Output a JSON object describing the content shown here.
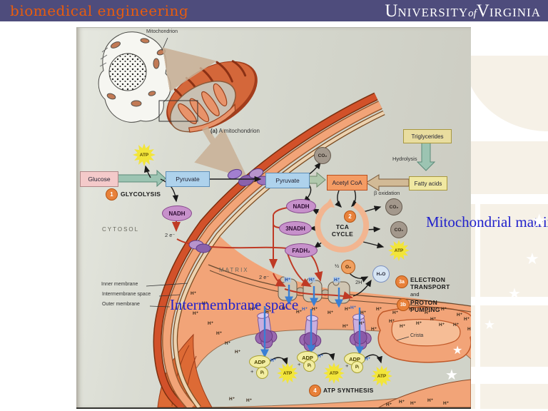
{
  "colors": {
    "header_bg": "#4e4c7c",
    "header_title_orange": "#e85c0e",
    "logo_white": "#ffffff",
    "annotation_blue": "#2222cc",
    "figure_scan_bg": "#d5d8cf",
    "outer_membrane_orange": "#d2512a",
    "intermembrane_salmon": "#f2a478",
    "matrix_gray": "#d0d3c9",
    "atp_yellow": "#f2e53a",
    "step_circle_orange": "#e8813a"
  },
  "header": {
    "title": "biomedical engineering",
    "logo": {
      "u": "U",
      "niversity": "NIVERSITY",
      "of": "of",
      "v": "V",
      "irginia": "IRGINIA"
    }
  },
  "annotations": {
    "mito_matrix": "Mitochondrial matrix",
    "intermembrane": "Intermembrane space"
  },
  "figure": {
    "labels": {
      "mitochondrion": "Mitochondrion",
      "caption_a": "(a)",
      "caption_rest": " A mitochondrion",
      "cytosol": "CYTOSOL",
      "matrix": "MATRIX",
      "inner_membrane": "Inner membrane",
      "intermembrane_space": "Intermembrane space",
      "outer_membrane": "Outer membrane",
      "hydrolysis": "Hydrolysis",
      "beta_oxidation": "β oxidation",
      "crista": "Crista",
      "two_e_cytosol": "2 e⁻",
      "two_e_matrix": "2 e⁻",
      "two_h": "2H⁺",
      "half": "½",
      "plus": "+",
      "hplus": "H⁺",
      "star_glyph": "★"
    },
    "steps": {
      "s1": {
        "num": "1",
        "label": "GLYCOLYSIS"
      },
      "s2": {
        "num": "2",
        "line1": "TCA",
        "line2": "CYCLE"
      },
      "s3a": {
        "num": "3a",
        "line1": "ELECTRON",
        "line2": "TRANSPORT"
      },
      "and_word": "and",
      "s3b": {
        "num": "3b",
        "line1": "PROTON",
        "line2": "PUMPING"
      },
      "s4": {
        "num": "4",
        "label": "ATP SYNTHESIS"
      }
    },
    "boxes": {
      "glucose": "Glucose",
      "pyruvate_cytosol": "Pyruvate",
      "pyruvate_matrix": "Pyruvate",
      "acetyl_coa": "Acetyl CoA",
      "triglycerides": "Triglycerides",
      "fatty_acids": "Fatty acids"
    },
    "molecules": {
      "nadh_cytosol": "NADH",
      "nadh_matrix": "NADH",
      "nadh3": "3NADH",
      "fadh2": "FADH₂",
      "atp": "ATP",
      "adp": "ADP",
      "pi": "Pᵢ",
      "co2": "CO₂",
      "o2": "O₂",
      "h2o": "H₂O"
    }
  }
}
